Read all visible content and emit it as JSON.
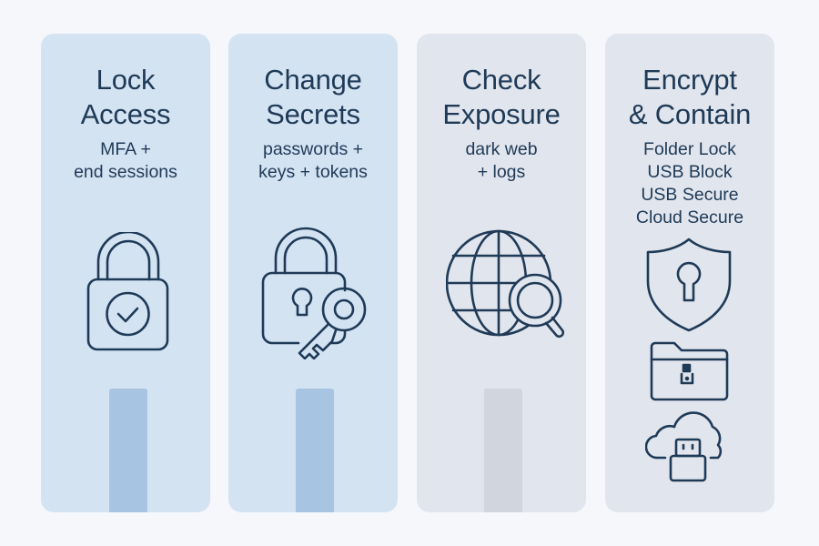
{
  "colors": {
    "background": "#f5f7fb",
    "card_blue": "#d3e3f2",
    "card_gray": "#e1e5ed",
    "bar_blue": "#a7c5e3",
    "bar_gray": "#d0d5de",
    "ink": "#1f3a57"
  },
  "steps": [
    {
      "title_line1": "Lock",
      "title_line2": "Access",
      "sub_lines": [
        "MFA +",
        "end sessions"
      ],
      "icon": "padlock-check-icon"
    },
    {
      "title_line1": "Change",
      "title_line2": "Secrets",
      "sub_lines": [
        "passwords +",
        "keys + tokens"
      ],
      "icon": "padlock-key-icon"
    },
    {
      "title_line1": "Check",
      "title_line2": "Exposure",
      "sub_lines": [
        "dark web",
        "+ logs"
      ],
      "icon": "globe-magnifier-icon"
    },
    {
      "title_line1": "Encrypt",
      "title_line2": "& Contain",
      "sub_lines": [
        "Folder Lock",
        "USB Block",
        "USB Secure",
        "Cloud Secure"
      ],
      "icons": [
        "shield-keyhole-icon",
        "folder-lock-icon",
        "cloud-usb-icon"
      ]
    }
  ]
}
